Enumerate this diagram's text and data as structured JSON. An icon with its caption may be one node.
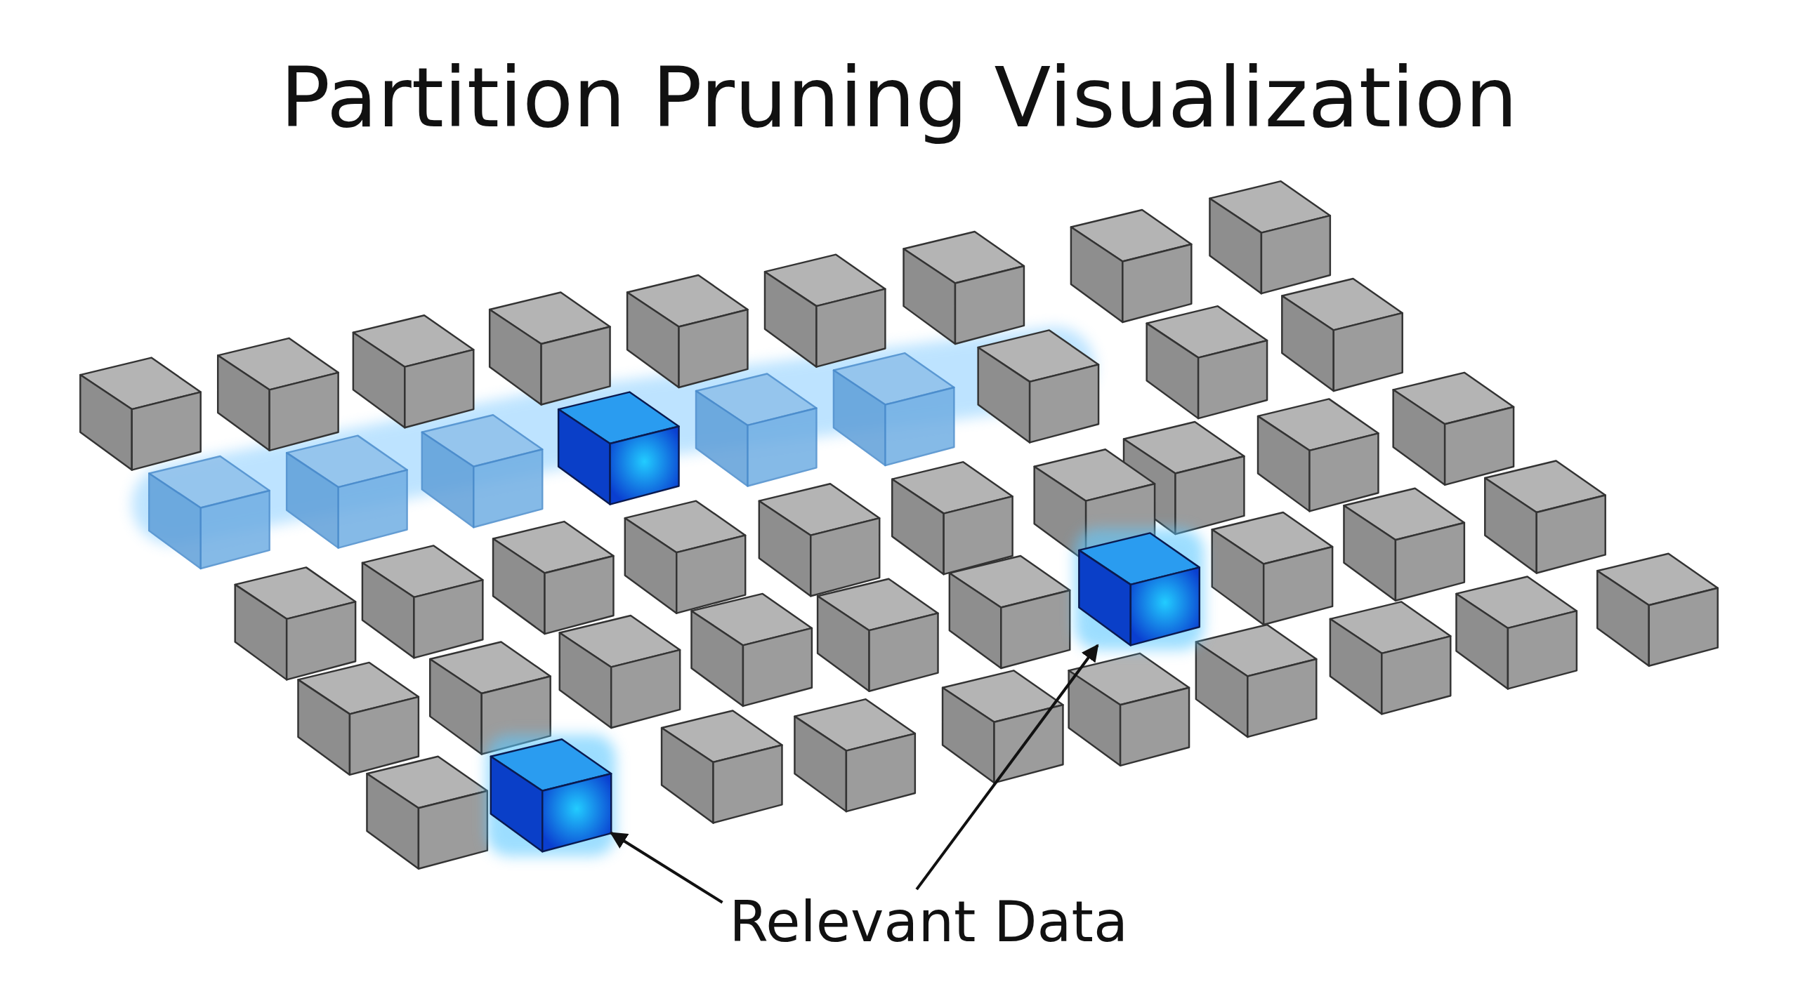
{
  "diagram": {
    "title": "Partition Pruning Visualization",
    "nodes": [
      {
        "text": [],
        "shape": "cube"
      },
      {
        "text": [],
        "shape": "cube"
      },
      {
        "text": [
          "Relevant Data"
        ]
      }
    ],
    "edges": [
      {
        "from": 2,
        "to": 0,
        "arrow": "to"
      },
      {
        "from": 2,
        "to": 1,
        "arrow": "to"
      }
    ]
  }
}
